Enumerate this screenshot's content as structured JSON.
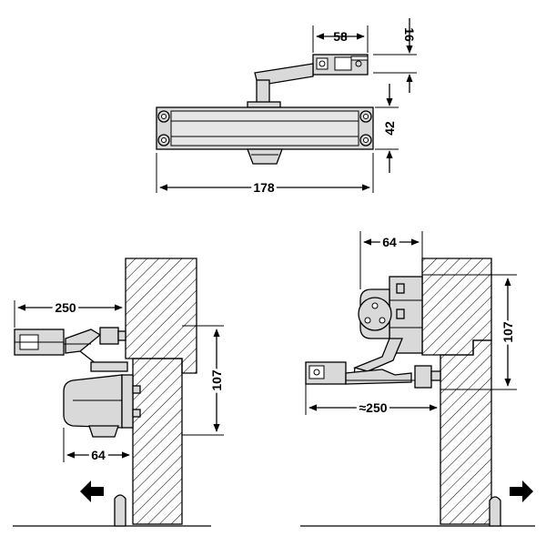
{
  "dimensions": {
    "top_arm_width": "58",
    "top_arm_height": "16",
    "top_body_height": "42",
    "top_body_length": "178",
    "left_offset": "250",
    "left_height": "107",
    "left_depth": "64",
    "right_depth": "64",
    "right_height": "107",
    "right_offset": "≈250"
  },
  "icons": {
    "left_arrow": "push-direction-left-arrow-icon",
    "right_arrow": "push-direction-right-arrow-icon"
  },
  "colors": {
    "line": "#000000",
    "fill": "#d9d9d9",
    "background": "#ffffff"
  }
}
